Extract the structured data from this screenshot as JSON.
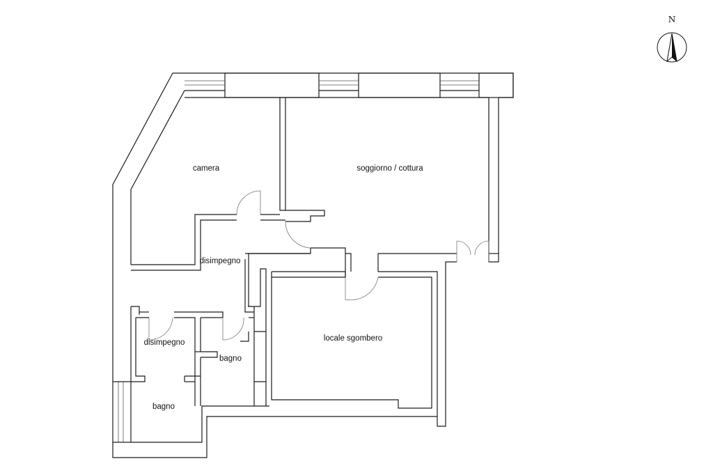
{
  "compass": {
    "letter": "N",
    "icon": "north-arrow-icon"
  },
  "rooms": {
    "camera": "camera",
    "soggiorno": "soggiorno / cottura",
    "disimpegno_upper": "disimpegno",
    "disimpegno_lower": "disimpegno",
    "bagno_small": "bagno",
    "bagno_large": "bagno",
    "locale_sgombero": "locale sgombero"
  }
}
